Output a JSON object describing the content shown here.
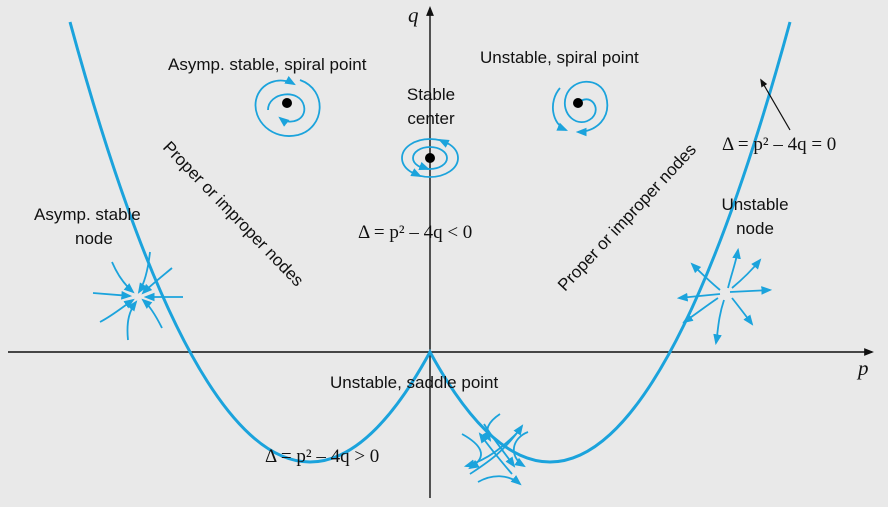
{
  "axes": {
    "x_label": "p",
    "y_label": "q"
  },
  "regions": {
    "asymp_spiral": "Asymp. stable, spiral point",
    "unstable_spiral": "Unstable, spiral point",
    "stable_center_line1": "Stable",
    "stable_center_line2": "center",
    "asymp_node_line1": "Asymp. stable",
    "asymp_node_line2": "node",
    "unstable_node_line1": "Unstable",
    "unstable_node_line2": "node",
    "saddle": "Unstable, saddle point"
  },
  "curve_labels": {
    "left": "Proper or improper nodes",
    "right": "Proper or improper nodes"
  },
  "equations": {
    "on_curve": "Δ = p² – 4q = 0",
    "inside": "Δ = p² – 4q < 0",
    "outside": "Δ = p² – 4q > 0"
  },
  "colors": {
    "background": "#e9e9e9",
    "curve": "#1ba3dc",
    "axes": "#111111"
  }
}
